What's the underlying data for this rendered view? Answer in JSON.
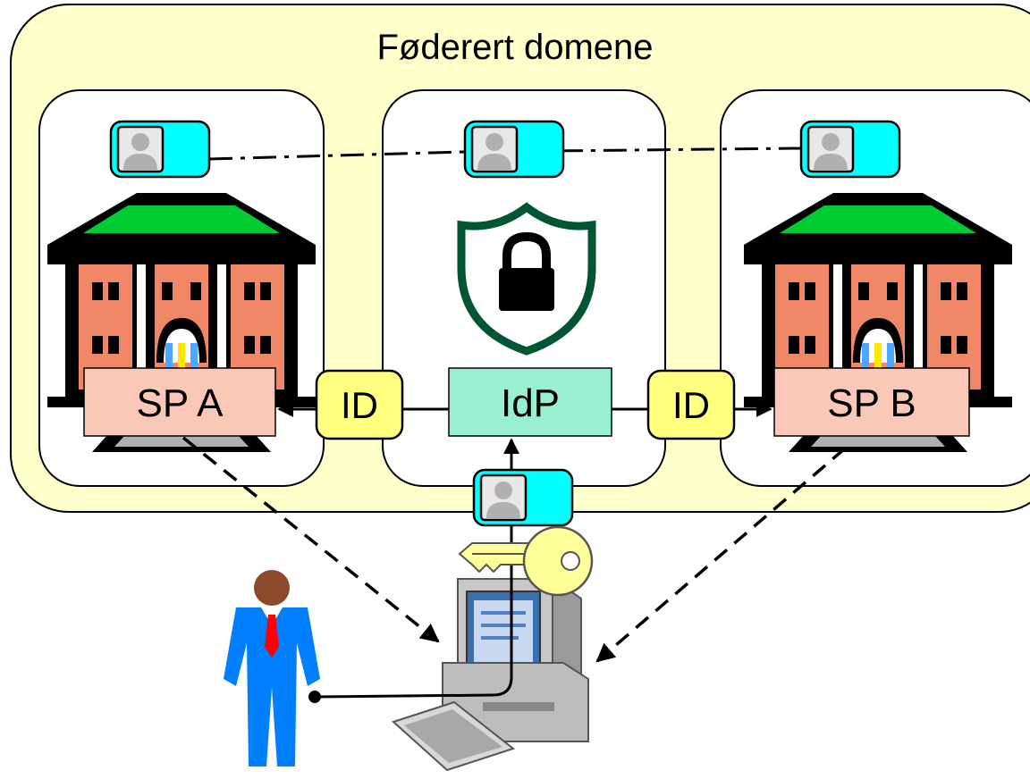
{
  "domain": {
    "title": "Føderert domene",
    "fill_color": "#FFFFCC"
  },
  "nodes": {
    "sp_a": {
      "label": "SP A",
      "fill_color": "#F9C8B8"
    },
    "idp": {
      "label": "IdP",
      "fill_color": "#99F0D0"
    },
    "sp_b": {
      "label": "SP B",
      "fill_color": "#F9C8B8"
    }
  },
  "tokens": {
    "left_id": {
      "label": "ID",
      "fill_color": "#FFFF80"
    },
    "right_id": {
      "label": "ID",
      "fill_color": "#FFFF80"
    }
  },
  "icons": {
    "identity_card_color": "#00FFFF",
    "building_roof_color": "#00CC33",
    "building_wall_color": "#F08868",
    "shield_color": "#005533",
    "key_color": "#FFFF99",
    "user_suit_color": "#0080FF",
    "user_tie_color": "#FF0000"
  }
}
